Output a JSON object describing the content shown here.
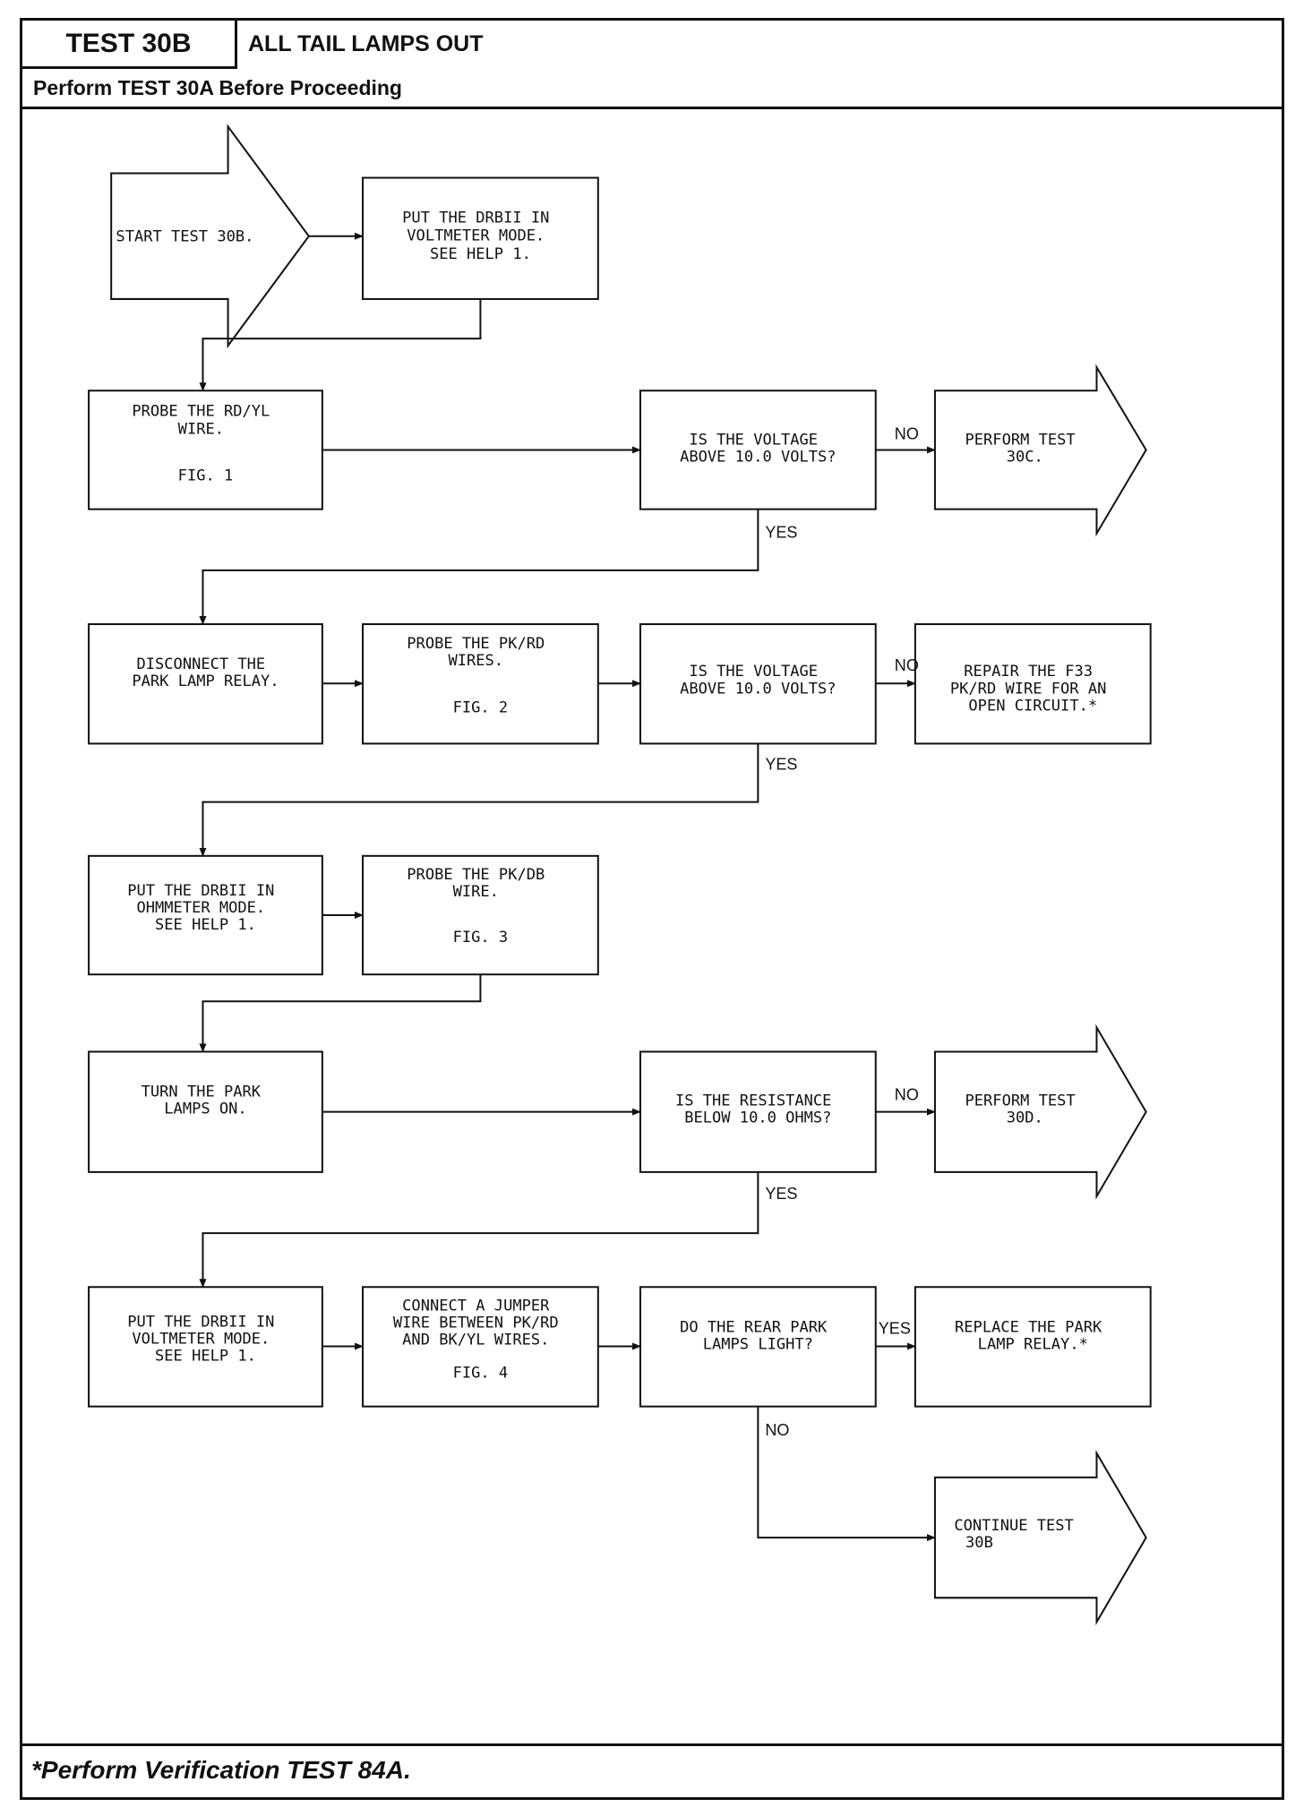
{
  "header": {
    "test_label": "TEST 30B",
    "title": "ALL TAIL LAMPS OUT",
    "subtitle": "Perform TEST 30A Before Proceeding"
  },
  "footer": {
    "note": "*Perform Verification TEST 84A."
  },
  "flow": {
    "start": [
      "START TEST 30B."
    ],
    "step_put_drbii_voltmeter_1": [
      "PUT THE DRBII IN",
      "VOLTMETER MODE.",
      "SEE HELP 1."
    ],
    "step_probe_rdyl": [
      "PROBE THE RD/YL",
      "WIRE.",
      "FIG. 1"
    ],
    "decision_voltage_1": [
      "IS THE VOLTAGE",
      "ABOVE 10.0 VOLTS?"
    ],
    "result_test_30c": [
      "PERFORM TEST",
      "30C."
    ],
    "step_disconnect_relay": [
      "DISCONNECT THE",
      "PARK LAMP RELAY."
    ],
    "step_probe_pkrd": [
      "PROBE THE PK/RD",
      "WIRES.",
      "FIG. 2"
    ],
    "decision_voltage_2": [
      "IS THE VOLTAGE",
      "ABOVE 10.0 VOLTS?"
    ],
    "result_repair_f33": [
      "REPAIR THE F33",
      "PK/RD WIRE FOR AN",
      "OPEN CIRCUIT.*"
    ],
    "step_put_drbii_ohmmeter": [
      "PUT THE DRBII IN",
      "OHMMETER MODE.",
      "SEE HELP 1."
    ],
    "step_probe_pkdb": [
      "PROBE THE PK/DB",
      "WIRE.",
      "FIG. 3"
    ],
    "step_turn_park_lamps": [
      "TURN THE PARK",
      "LAMPS ON."
    ],
    "decision_resistance": [
      "IS THE RESISTANCE",
      "BELOW 10.0 OHMS?"
    ],
    "result_test_30d": [
      "PERFORM TEST",
      "30D."
    ],
    "step_put_drbii_voltmeter_2": [
      "PUT THE DRBII IN",
      "VOLTMETER MODE.",
      "SEE HELP 1."
    ],
    "step_connect_jumper": [
      "CONNECT A JUMPER",
      "WIRE BETWEEN PK/RD",
      "AND BK/YL WIRES.",
      "FIG. 4"
    ],
    "decision_rear_lamps": [
      "DO THE REAR PARK",
      "LAMPS LIGHT?"
    ],
    "result_replace_relay": [
      "REPLACE THE PARK",
      "LAMP RELAY.*"
    ],
    "result_continue_30b": [
      "CONTINUE TEST",
      "30B"
    ],
    "labels": {
      "no_1": "NO",
      "yes_1": "YES",
      "no_2": "NO",
      "yes_2": "YES",
      "no_3": "NO",
      "yes_3": "YES",
      "yes_4": "YES",
      "no_4": "NO"
    }
  }
}
